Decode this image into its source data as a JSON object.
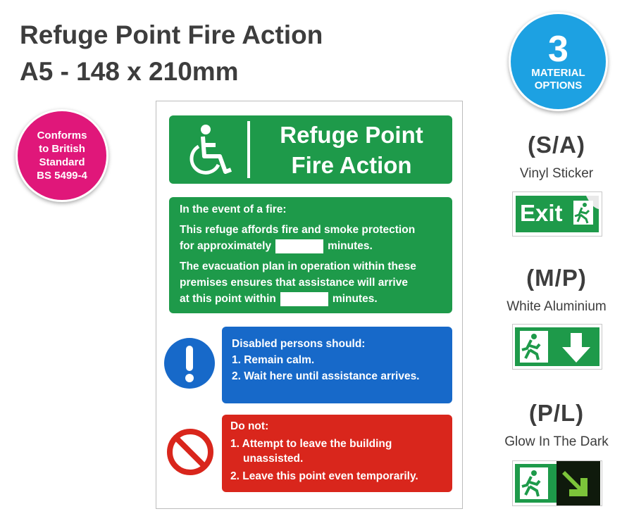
{
  "title": {
    "line1": "Refuge Point Fire Action",
    "line2": "A5 - 148 x 210mm"
  },
  "conform_badge": {
    "line1": "Conforms",
    "line2": "to British",
    "line3": "Standard",
    "line4": "BS 5499-4",
    "color": "#e0177a"
  },
  "material_badge": {
    "number": "3",
    "line1": "MATERIAL",
    "line2": "OPTIONS",
    "color": "#1da1e2"
  },
  "sign": {
    "header": {
      "line1": "Refuge Point",
      "line2": "Fire Action",
      "icon": "wheelchair-icon",
      "color": "#1e9a4a"
    },
    "fire_panel": {
      "heading": "In the event of a fire:",
      "p1_line1": "This refuge affords fire and smoke protection",
      "p1_pre": "for approximately",
      "p1_post": "minutes.",
      "p2_line1": "The evacuation plan in operation within these",
      "p2_line2": "premises ensures that assistance will arrive",
      "p2_pre": "at this point within",
      "p2_post": "minutes."
    },
    "info_panel": {
      "icon": "exclamation-icon",
      "heading": "Disabled persons should:",
      "item1": "1. Remain calm.",
      "item2": "2. Wait here until assistance arrives.",
      "color": "#1769c9"
    },
    "prohibition_panel": {
      "icon": "prohibition-icon",
      "heading": "Do not:",
      "item1_line1": "1. Attempt to leave the building",
      "item1_line2": "unassisted.",
      "item2": "2. Leave this point even temporarily.",
      "color": "#d9261c"
    }
  },
  "materials": [
    {
      "code": "(S/A)",
      "label": "Vinyl Sticker",
      "thumb_text": "Exit",
      "icon": "running-man-icon"
    },
    {
      "code": "(M/P)",
      "label": "White Aluminium",
      "icon": "down-arrow-icon"
    },
    {
      "code": "(P/L)",
      "label": "Glow In The Dark",
      "icon": "diagonal-arrow-icon"
    }
  ]
}
